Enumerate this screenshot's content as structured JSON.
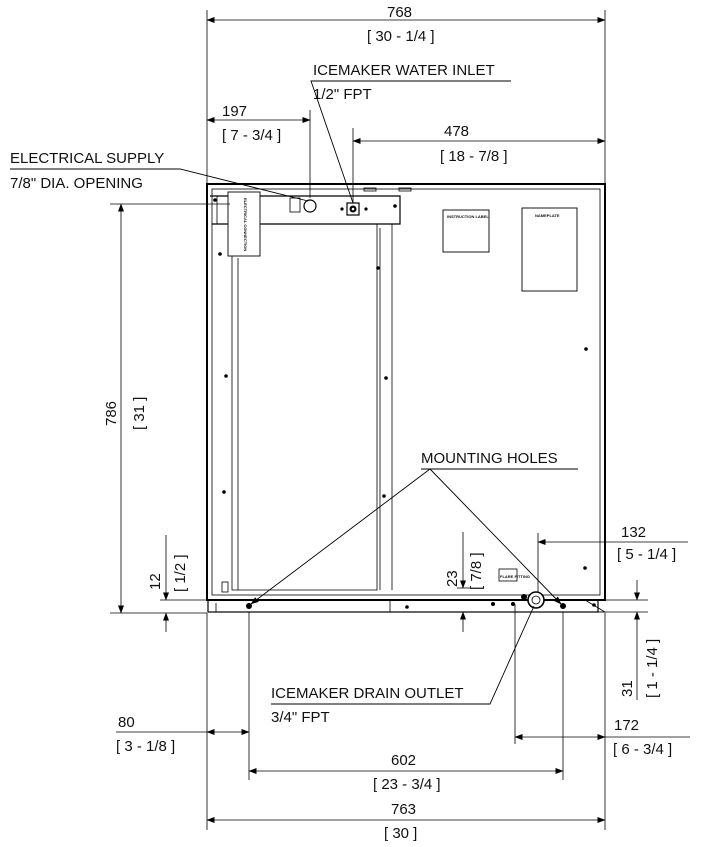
{
  "callouts": {
    "water_inlet_title": "ICEMAKER WATER INLET",
    "water_inlet_sub": "1/2\" FPT",
    "electrical_title": "ELECTRICAL SUPPLY",
    "electrical_sub": "7/8\" DIA. OPENING",
    "mounting_holes": "MOUNTING HOLES",
    "drain_title": "ICEMAKER DRAIN OUTLET",
    "drain_sub": "3/4\" FPT"
  },
  "labels": {
    "instruction_label": "INSTRUCTION LABEL",
    "nameplate": "NAMEPLATE",
    "electrical_connection": "ELECTRICAL CONNECTION",
    "float_fitting": "FLARE FITTING"
  },
  "dimensions": {
    "overall_top_mm": "768",
    "overall_top_in": "[ 30 - 1/4 ]",
    "electrical_offset_mm": "197",
    "electrical_offset_in": "[ 7 - 3/4 ]",
    "water_offset_mm": "478",
    "water_offset_in": "[ 18 - 7/8 ]",
    "height_mm": "786",
    "height_in": "[ 31 ]",
    "base_left_mm": "12",
    "base_left_in": "[ 1/2 ]",
    "base_mid_mm": "23",
    "base_mid_in": "[ 7/8 ]",
    "drain_offset_mm": "132",
    "drain_offset_in": "[ 5 - 1/4 ]",
    "foot_mm": "31",
    "foot_in": "[ 1 - 1/4 ]",
    "hole_left_mm": "80",
    "hole_left_in": "[ 3 - 1/8 ]",
    "hole_right_mm": "172",
    "hole_right_in": "[ 6 - 3/4 ]",
    "hole_span_mm": "602",
    "hole_span_in": "[ 23 - 3/4 ]",
    "overall_bottom_mm": "763",
    "overall_bottom_in": "[ 30 ]"
  }
}
